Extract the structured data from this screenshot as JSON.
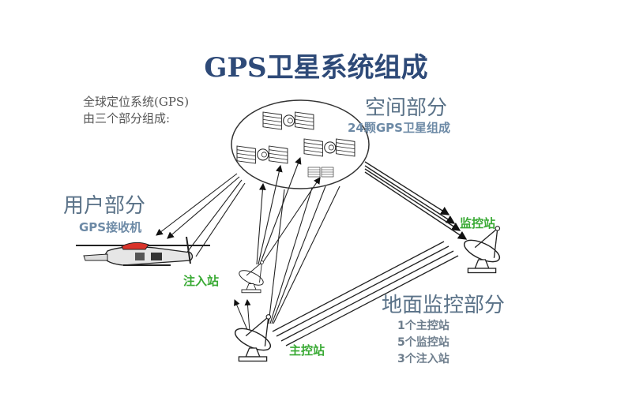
{
  "title": "GPS卫星系统组成",
  "intro": {
    "line1": "全球定位系统(GPS)",
    "line2": "由三个部分组成:"
  },
  "space_segment": {
    "heading": "空间部分",
    "subtitle": "24颗GPS卫星组成"
  },
  "user_segment": {
    "heading": "用户部分",
    "subtitle": "GPS接收机"
  },
  "ground_segment": {
    "heading": "地面监控部分",
    "items": [
      "1个主控站",
      "5个监控站",
      "3个注入站"
    ]
  },
  "stations": {
    "monitor": "监控站",
    "injection": "注入站",
    "master": "主控站"
  },
  "colors": {
    "title": "#2e4a78",
    "heading": "#5a7288",
    "subtitle": "#6d8aa6",
    "station_label": "#3aaa35",
    "helicopter_accent": "#d9342b"
  }
}
